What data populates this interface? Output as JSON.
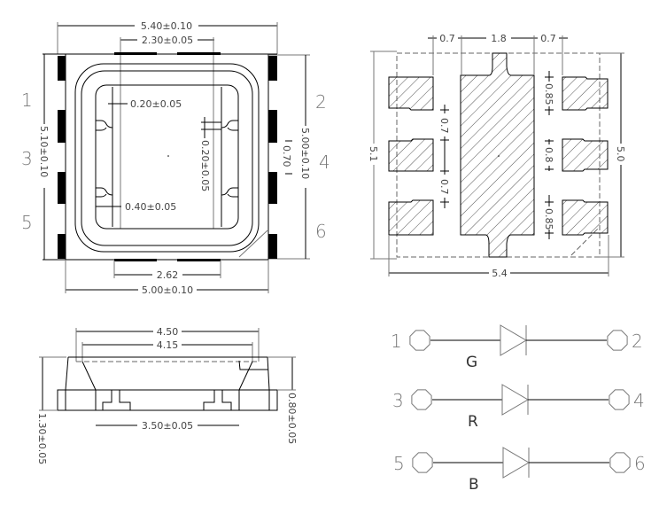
{
  "top_view": {
    "width_overall": "5.40±0.10",
    "top_pad_span": "2.30±0.05",
    "height_overall": "5.10±0.10",
    "height_body": "5.00±0.10",
    "pad_pitch": "0.70",
    "inner_gap_top": "0.20±0.05",
    "inner_gap_right": "0.20±0.05",
    "inner_strip": "0.40±0.05",
    "bottom_pad_span": "2.62",
    "width_body": "5.00±0.10",
    "pins": [
      "1",
      "3",
      "5",
      "2",
      "4",
      "6"
    ]
  },
  "footprint": {
    "top_dims": [
      "0.7",
      "1.8",
      "0.7"
    ],
    "left_dims": [
      "0.7",
      "0.7"
    ],
    "right_dims": [
      "0.85",
      "0.8",
      "0.85"
    ],
    "height_left": "5.1",
    "height_right": "5.0",
    "width": "5.4"
  },
  "side_view": {
    "top_width": "4.50",
    "lens_width": "4.15",
    "pad_span": "3.50±0.05",
    "total_height": "1.30±0.05",
    "base_height": "0.80±0.05"
  },
  "schematic": {
    "rows": [
      {
        "in": "1",
        "out": "2",
        "color": "G"
      },
      {
        "in": "3",
        "out": "4",
        "color": "R"
      },
      {
        "in": "5",
        "out": "6",
        "color": "B"
      }
    ]
  }
}
